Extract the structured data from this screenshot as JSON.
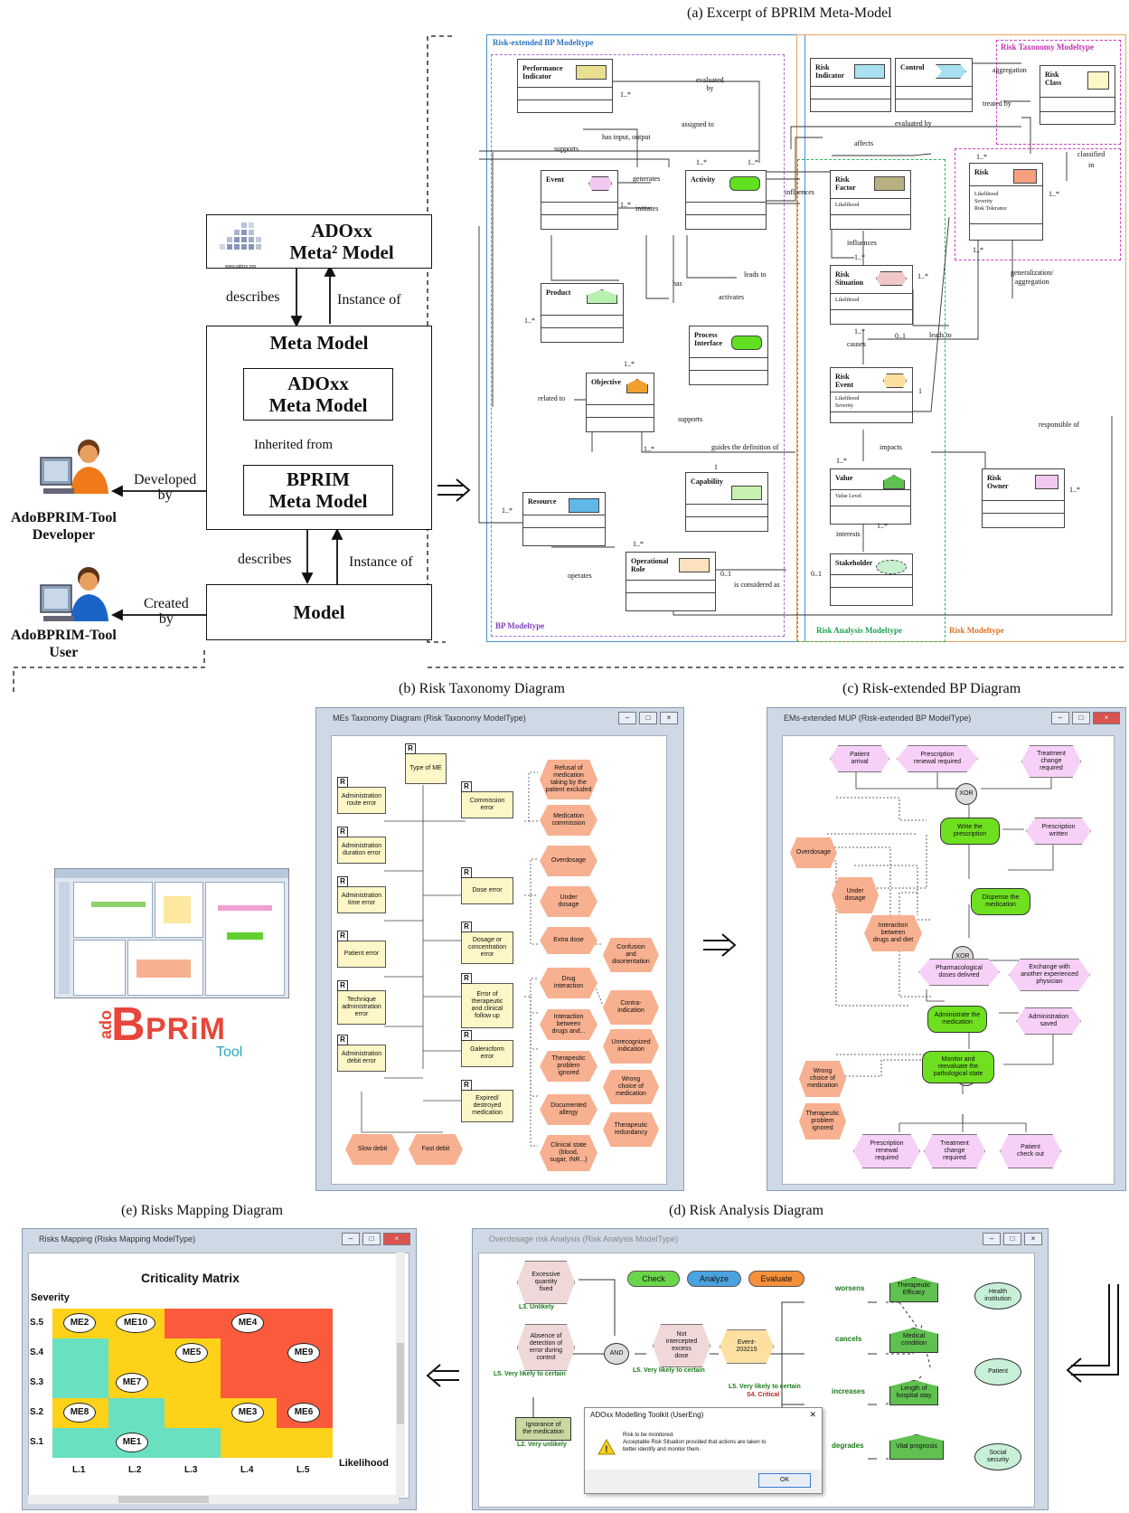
{
  "captions": {
    "a": "(a) Excerpt of BPRIM Meta-Model",
    "b": "(b) Risk Taxonomy Diagram",
    "c": "(c) Risk-extended BP Diagram",
    "d": "(d) Risk Analysis Diagram",
    "e": "(e) Risks Mapping Diagram"
  },
  "left": {
    "meta2": "ADOxx\nMeta² Model",
    "adoxx_url": "www.adoxx.org",
    "describes1": "describes",
    "instance1": "Instance of",
    "meta_model": "Meta Model",
    "adoxx_meta": "ADOxx\nMeta Model",
    "inherited": "Inherited from",
    "bprim_meta": "BPRIM\nMeta Model",
    "describes2": "describes",
    "instance2": "Instance of",
    "model": "Model",
    "developed_by": "Developed\nby",
    "created_by": "Created\nby",
    "developer": "AdoBPRIM-Tool\nDeveloper",
    "user": "AdoBPRIM-Tool\nUser",
    "logo_a": "ado",
    "logo_b": "B",
    "logo_c": "PRiM",
    "logo_tool": "Tool"
  },
  "metamodel": {
    "regions": [
      "Risk-extended BP Modeltype",
      "Risk Taxonomy Modeltype",
      "BP Modeltype",
      "Risk Analysis Modeltype",
      "Risk Modeltype"
    ],
    "classes": {
      "perf": "Performance\nIndicator",
      "riskind": "Risk\nIndicator",
      "control": "Control",
      "riskclass": "Risk\nClass",
      "event": "Event",
      "activity": "Activity",
      "riskfactor": "Risk\nFactor",
      "risk": "Risk",
      "product": "Product",
      "riskitem": "Risk\nSituation",
      "procif": "Process\nInterface",
      "objective": "Objective",
      "riskevent": "Risk\nEvent",
      "capability": "Capability",
      "value": "Value",
      "riskowner": "Risk\nOwner",
      "resource": "Resource",
      "oprole": "Operational\nRole",
      "stakeholder": "Stakeholder"
    },
    "attrs": {
      "riskfactor": "Likelihood",
      "risk": "Likelihood\nSeverity\nRisk Tolerance",
      "riskitem": "Likelihood",
      "riskevent": "Likelihood\nSeverity",
      "value": "Value Level"
    },
    "labels": {
      "evaluated_by1": "evaluated\nby",
      "assigned_to": "assigned to",
      "has_io": "has input, output",
      "supports1": "supports",
      "evaluated_by2": "evaluated by",
      "affects": "affects",
      "treated_by": "treated by",
      "aggregation": "aggregation",
      "classified_in": "classified\nin",
      "generates": "generates",
      "initiates": "initiates",
      "influences1": "influences",
      "influences2": "influences",
      "leads_to1": "leads to",
      "leads_to2": "leads to",
      "has": "has",
      "activates": "activates",
      "gen_agg": "generalization/\naggregation",
      "causes": "causes",
      "related_to": "related to",
      "supports2": "supports",
      "guides": "guides the definition of",
      "impacts": "impacts",
      "responsible_of": "responsible of",
      "interests": "interests",
      "operates": "operates",
      "considered": "is considered as",
      "m1": "1..*",
      "m2": "*",
      "m3": "1",
      "m4": "0..1"
    }
  },
  "taxonomy": {
    "title": "MEs Taxonomy Diagram (Risk Taxonomy ModelType)",
    "root": "Type of ME",
    "left_classes": [
      "Administration\nroute error",
      "Administration\nduration error",
      "Administration\ntime error",
      "Patient error",
      "Technique\nadministration\nerror",
      "Administration\ndebit error"
    ],
    "mid_classes": [
      "Commission\nerror",
      "Dose error",
      "Dosage or\nconcentration\nerror",
      "Error of\ntherapeutic\nand clinical\nfollow up",
      "Galenicform\nerror",
      "Expired/\ndestroyed\nmedication"
    ],
    "risks_a": [
      "Refusal of\nmedication\ntaking by the\npatient excluded",
      "Medication\ncommission",
      "Overdosage",
      "Under\ndosage",
      "Extra dose",
      "Drug\ninteraction",
      "Interaction\nbetween\ndrugs and...",
      "Therapeutic\nproblem\nignored",
      "Documented\nallergy",
      "Clinical state\n(blood,\nsugar, INR...)"
    ],
    "risks_b": [
      "Confusion\nand\ndisorientation",
      "Contra-\nindication",
      "Unrecognized\nindication",
      "Wrong\nchoice of\nmedication",
      "Therapeutic\nredundancy"
    ],
    "bottom": [
      "Slow debit",
      "Fast debit"
    ],
    "r": "R"
  },
  "bp": {
    "title": "EMs-extended MUP (Risk-extended BP ModelType)",
    "events_top": [
      "Patient\narrival",
      "Prescription\nrenewal required",
      "Treatment\nchange\nrequired"
    ],
    "xor": "XOR",
    "activities": [
      "Write the\nprescription",
      "Dispense the\nmedication",
      "Administrate the\nmedication",
      "Monitor and\nreevaluate the\npathological state"
    ],
    "events_mid": [
      "Prescription\nwritten",
      "Pharmacological\ndoses delivred",
      "Exchange with\nanother experienced\nphysician",
      "Administration\nsaved"
    ],
    "events_bottom": [
      "Prescription\nrenewal\nrequired",
      "Treatment\nchange\nrequired",
      "Patient\ncheck out"
    ],
    "risks": [
      "Overdosage",
      "Under\ndosage",
      "Interaction\nbetween\ndrugs and diet",
      "Wrong\nchoice of\nmedication",
      "Therapeutic\nproblem\nignored"
    ]
  },
  "mapping": {
    "title": "Risks Mapping (Risks Mapping ModelType)",
    "matrix_title": "Criticality Matrix",
    "severity": "Severity",
    "likelihood": "Likelihood",
    "rows": [
      "S.5",
      "S.4",
      "S.3",
      "S.2",
      "S.1"
    ],
    "cols": [
      "L.1",
      "L.2",
      "L.3",
      "L.4",
      "L.5"
    ],
    "colors": {
      "green": "#69e0c0",
      "yellow": "#ffd21a",
      "red": "#fb5a3c"
    },
    "cell_colors": [
      [
        "yellow",
        "yellow",
        "red",
        "red",
        "red"
      ],
      [
        "green",
        "yellow",
        "yellow",
        "red",
        "red"
      ],
      [
        "green",
        "yellow",
        "yellow",
        "red",
        "red"
      ],
      [
        "yellow",
        "green",
        "yellow",
        "yellow",
        "red"
      ],
      [
        "green",
        "green",
        "green",
        "yellow",
        "yellow"
      ]
    ],
    "markers": [
      {
        "label": "ME2",
        "row": 0,
        "col": 0
      },
      {
        "label": "ME10",
        "row": 0,
        "col": 1
      },
      {
        "label": "ME4",
        "row": 0,
        "col": 3
      },
      {
        "label": "ME5",
        "row": 1,
        "col": 2
      },
      {
        "label": "ME9",
        "row": 1,
        "col": 4
      },
      {
        "label": "ME7",
        "row": 2,
        "col": 1
      },
      {
        "label": "ME8",
        "row": 3,
        "col": 0
      },
      {
        "label": "ME3",
        "row": 3,
        "col": 3
      },
      {
        "label": "ME6",
        "row": 3,
        "col": 4
      },
      {
        "label": "ME1",
        "row": 4,
        "col": 1
      }
    ]
  },
  "analysis": {
    "title": "Overdosage risk Analysis (Risk Analysis ModelType)",
    "buttons": [
      "Check",
      "Analyze",
      "Evaluate"
    ],
    "factors": [
      "Excessive\nquantity\nfixed",
      "Absence of\ndetection of\nerror during\ncontrol",
      "Not\nintercepted\nexcess\ndose"
    ],
    "factor_likelihoods": [
      "L3. Unlikely",
      "L5. Very likely to certain",
      "L5. Very likely to certain"
    ],
    "and": "AND",
    "event": "Event-\n203215",
    "event_lik": "L5. Very likely to certain",
    "event_sev": "S4. Critical",
    "ignorance": "Ignorance of\nthe medication",
    "ignorance_lik": "L2. Very unlikely",
    "impacts": [
      "worsens",
      "cancels",
      "increases",
      "degrades"
    ],
    "values": [
      "Therapeutic\nEfficacy",
      "Medical\ncondition",
      "Length of\nhospital stay",
      "Vital prognosis"
    ],
    "stakeholders": [
      "Health\ninstitution",
      "Patient",
      "Social\nsecurity"
    ],
    "dialog_title": "ADOxx Modelling Toolkit (UserEng)",
    "dialog_text": "Risk to be monitored.\nAcceptable Risk Situation provided that actions are taken to\nbetter identify and monitor them.",
    "dialog_ok": "OK"
  }
}
